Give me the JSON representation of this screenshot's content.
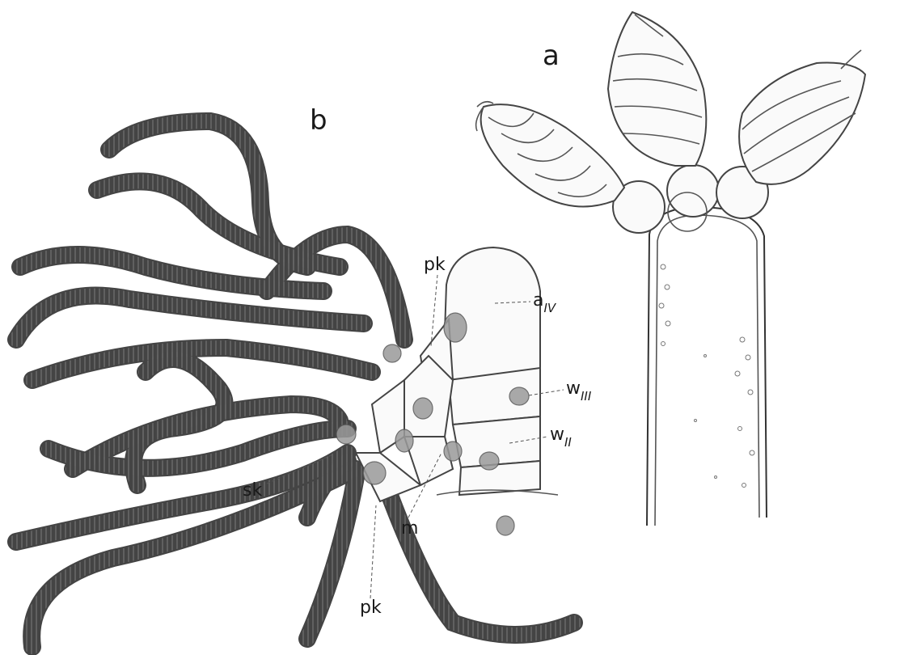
{
  "figure": {
    "panels": {
      "a": {
        "label": "a"
      },
      "b": {
        "label": "b"
      }
    },
    "labels": {
      "pk_top": "pk",
      "a_iv_main": "a",
      "a_iv_sub": "IV",
      "w_iii_main": "w",
      "w_iii_sub": "III",
      "w_ii_main": "w",
      "w_ii_sub": "II",
      "sk": "sk",
      "m": "m",
      "pk_bottom": "pk"
    },
    "colors": {
      "ink": "#333333",
      "nucleus": "#9a9a9a",
      "paper": "#ffffff"
    }
  }
}
